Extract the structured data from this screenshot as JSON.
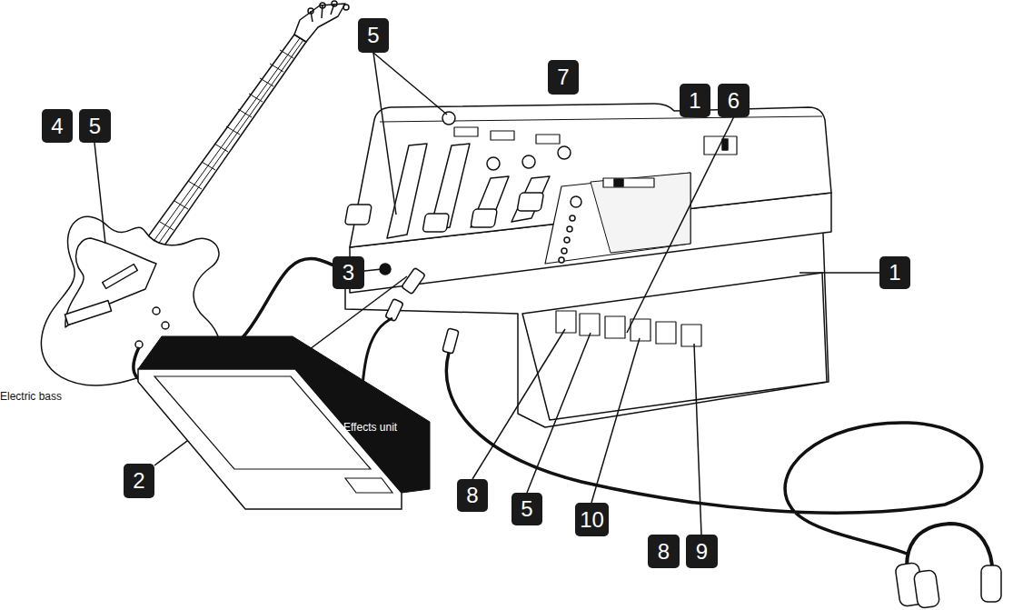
{
  "diagram": {
    "nodes": [
      {
        "text": [
          "Effects unit"
        ]
      }
    ],
    "labels": [
      "5",
      "7",
      "1",
      "6",
      "4",
      "5",
      "3",
      "1",
      "Electric bass",
      "2",
      "8",
      "5",
      "10",
      "8",
      "9"
    ]
  }
}
